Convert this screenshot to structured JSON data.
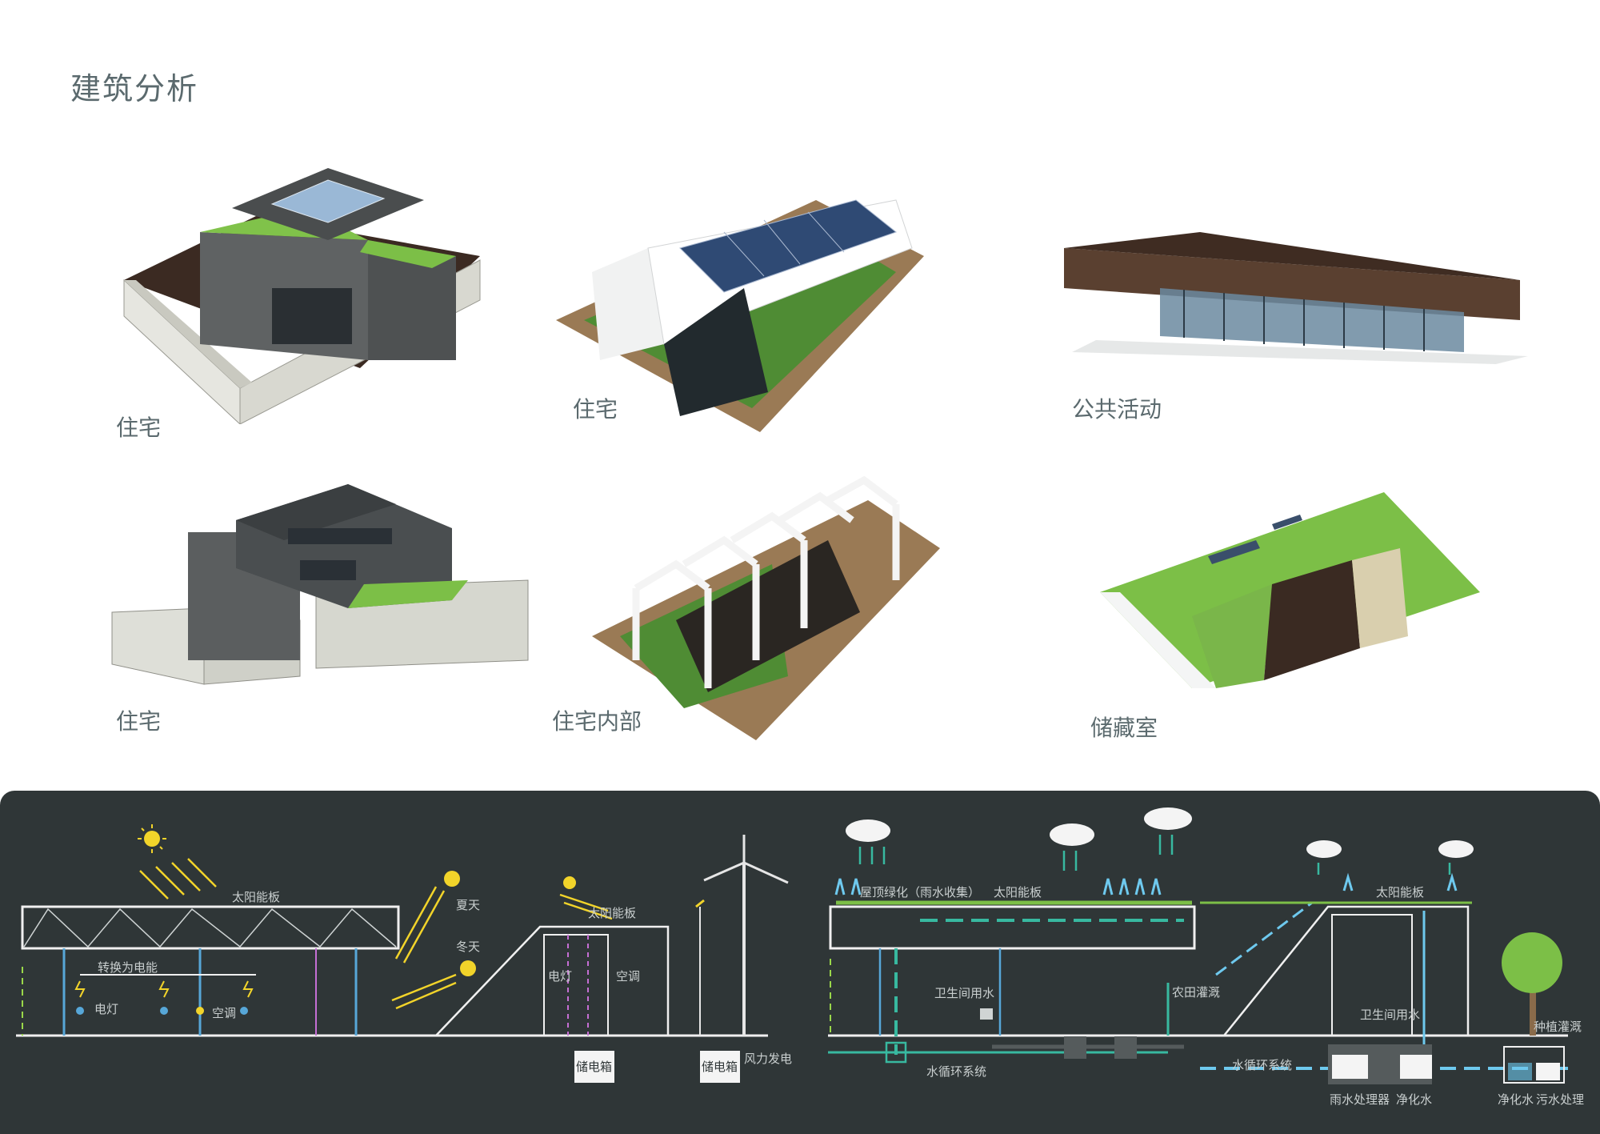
{
  "page": {
    "title": "建筑分析"
  },
  "buildings": [
    {
      "id": "b1",
      "caption": "住宅"
    },
    {
      "id": "b2",
      "caption": "住宅"
    },
    {
      "id": "b3",
      "caption": "公共活动"
    },
    {
      "id": "b4",
      "caption": "住宅"
    },
    {
      "id": "b5",
      "caption": "住宅内部"
    },
    {
      "id": "b6",
      "caption": "储藏室"
    }
  ],
  "energy": {
    "solar_panel": "太阳能板",
    "convert": "转换为电能",
    "lamp": "电灯",
    "ac": "空调",
    "summer": "夏天",
    "winter": "冬天",
    "solar_panel_2": "太阳能板",
    "lamp_2": "电灯",
    "ac_2": "空调",
    "battery_1": "储电箱",
    "battery_2": "储电箱",
    "wind": "风力发电"
  },
  "water": {
    "roof_green": "屋顶绿化（雨水收集）",
    "solar_panel": "太阳能板",
    "sanitary": "卫生间用水",
    "farm": "农田灌溉",
    "cycle": "水循环系统",
    "solar_panel_2": "太阳能板",
    "sanitary_2": "卫生间用水",
    "cycle_2": "水循环系统",
    "planting": "种植灌溉",
    "rain_proc": "雨水处理器",
    "purified": "净化水",
    "purified_2": "净化水",
    "sewage": "污水处理"
  }
}
